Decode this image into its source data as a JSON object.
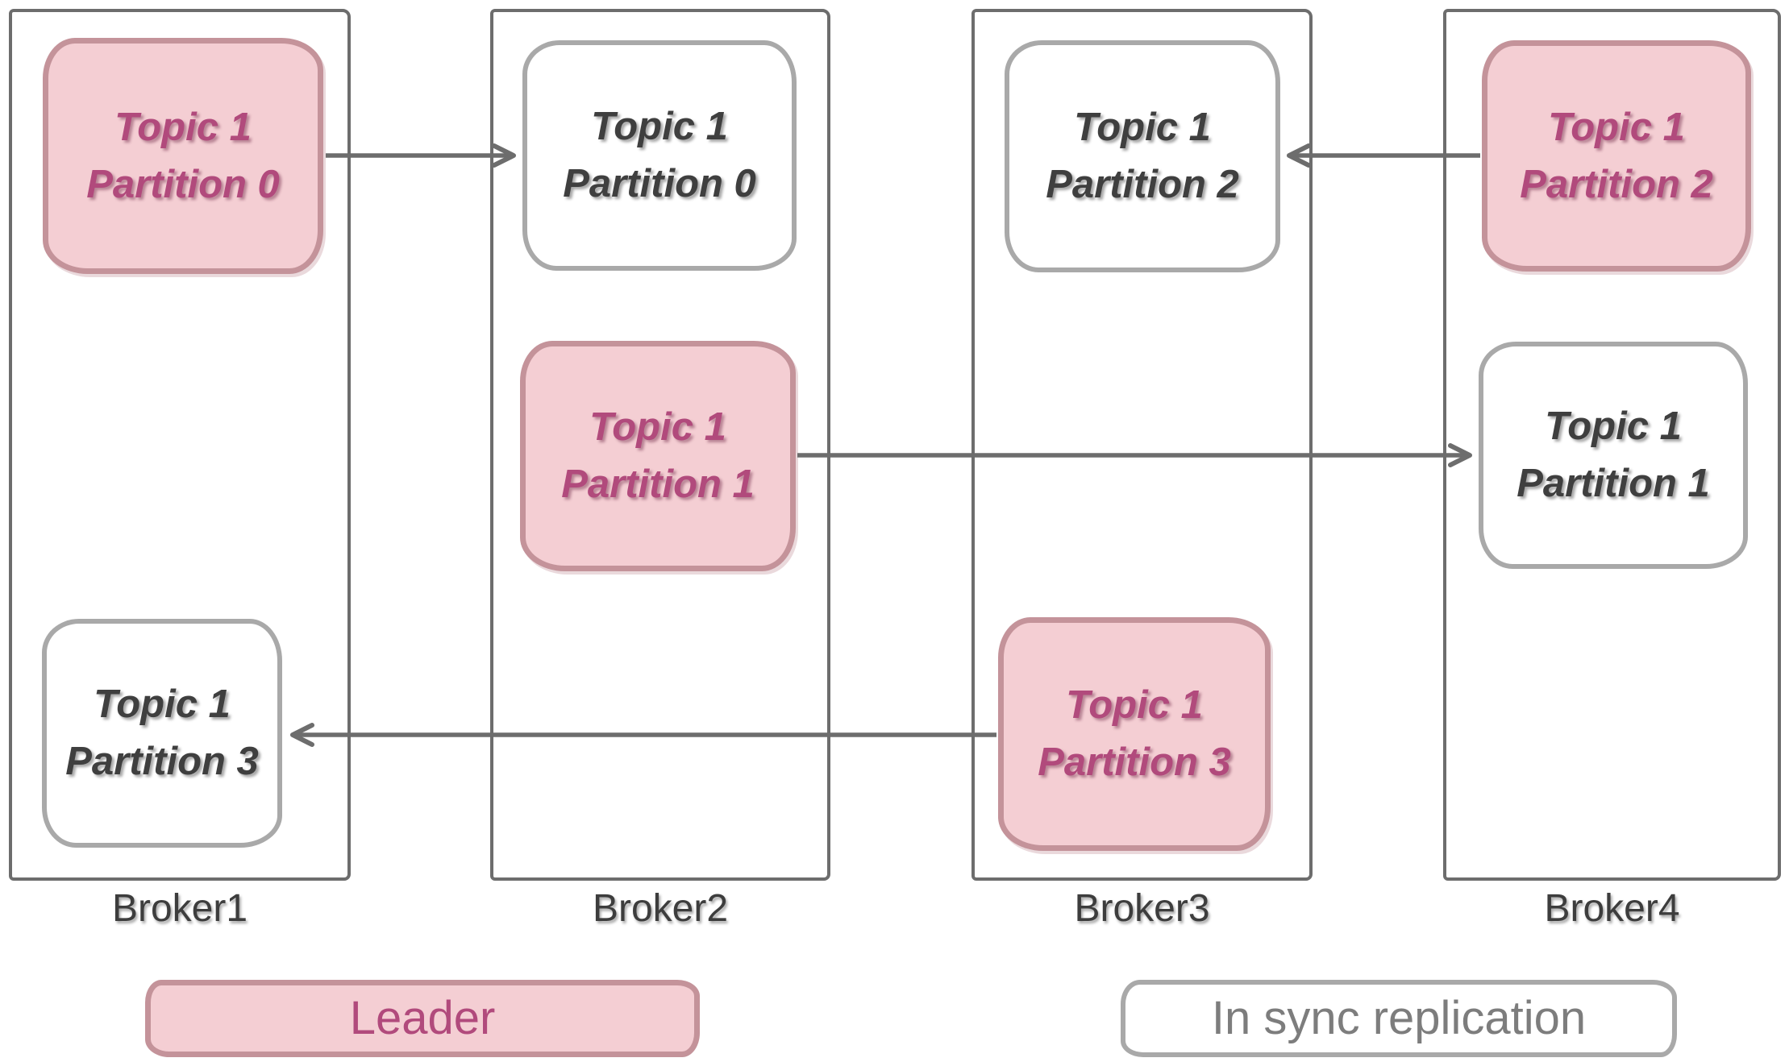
{
  "brokers": [
    {
      "label": "Broker1"
    },
    {
      "label": "Broker2"
    },
    {
      "label": "Broker3"
    },
    {
      "label": "Broker4"
    }
  ],
  "partitions": {
    "b1p0": {
      "broker": "Broker1",
      "line1": "Topic 1",
      "line2": "Partition 0",
      "role": "leader"
    },
    "b2p0": {
      "broker": "Broker2",
      "line1": "Topic 1",
      "line2": "Partition 0",
      "role": "in_sync_replica"
    },
    "b3p2": {
      "broker": "Broker3",
      "line1": "Topic 1",
      "line2": "Partition 2",
      "role": "in_sync_replica"
    },
    "b4p2": {
      "broker": "Broker4",
      "line1": "Topic 1",
      "line2": "Partition 2",
      "role": "leader"
    },
    "b2p1": {
      "broker": "Broker2",
      "line1": "Topic 1",
      "line2": "Partition 1",
      "role": "leader"
    },
    "b4p1": {
      "broker": "Broker4",
      "line1": "Topic 1",
      "line2": "Partition 1",
      "role": "in_sync_replica"
    },
    "b1p3": {
      "broker": "Broker1",
      "line1": "Topic 1",
      "line2": "Partition 3",
      "role": "in_sync_replica"
    },
    "b3p3": {
      "broker": "Broker3",
      "line1": "Topic 1",
      "line2": "Partition 3",
      "role": "leader"
    }
  },
  "arrows": [
    {
      "from": "b1p0",
      "to": "b2p0",
      "direction": "right",
      "meaning": "Partition 0 replication Broker1 to Broker2"
    },
    {
      "from": "b4p2",
      "to": "b3p2",
      "direction": "left",
      "meaning": "Partition 2 replication Broker4 to Broker3"
    },
    {
      "from": "b2p1",
      "to": "b4p1",
      "direction": "right",
      "meaning": "Partition 1 replication Broker2 to Broker4"
    },
    {
      "from": "b3p3",
      "to": "b1p3",
      "direction": "left",
      "meaning": "Partition 3 replication Broker3 to Broker1"
    }
  ],
  "legend": {
    "leader": {
      "label": "Leader"
    },
    "insync": {
      "label": "In sync replication"
    }
  },
  "colors": {
    "leader_fill": "#f4ced3",
    "leader_border": "#c4939a",
    "leader_text": "#b14a7c",
    "insync_border": "#a9a9a9",
    "insync_text": "#3f3f3f",
    "broker_border": "#6d6d6d",
    "arrow": "#6d6d6d",
    "broker_label_text": "#3d3d3d",
    "legend_insync_text": "#7d7d7d",
    "canvas_bg": "#ffffff"
  }
}
